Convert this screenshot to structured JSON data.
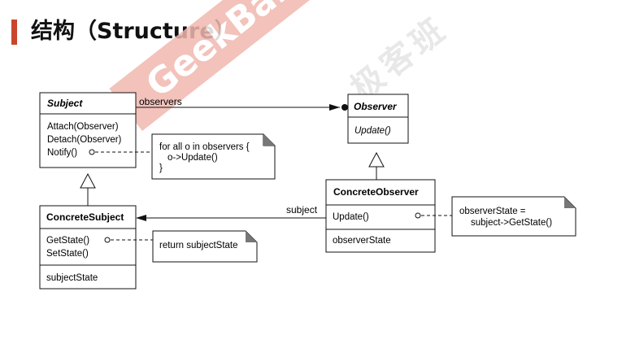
{
  "title": "结构（Structure）",
  "watermark": {
    "text": "GeekBand",
    "cn_text": "极客班"
  },
  "classes": {
    "subject": {
      "name": "Subject",
      "operations": [
        "Attach(Observer)",
        "Detach(Observer)",
        "Notify()"
      ]
    },
    "observer": {
      "name": "Observer",
      "operations": [
        "Update()"
      ]
    },
    "concrete_subject": {
      "name": "ConcreteSubject",
      "operations": [
        "GetState()",
        "SetState()"
      ],
      "attributes": [
        "subjectState"
      ]
    },
    "concrete_observer": {
      "name": "ConcreteObserver",
      "operations": [
        "Update()"
      ],
      "attributes": [
        "observerState"
      ]
    }
  },
  "notes": {
    "notify": [
      "for all o in observers {",
      "o->Update()",
      "}"
    ],
    "getstate": [
      "return subjectState"
    ],
    "update": [
      "observerState =",
      "subject->GetState()"
    ]
  },
  "associations": {
    "observers": "observers",
    "subject": "subject"
  },
  "colors": {
    "accent": "#c8462c",
    "watermark": "#f0b8b0"
  }
}
